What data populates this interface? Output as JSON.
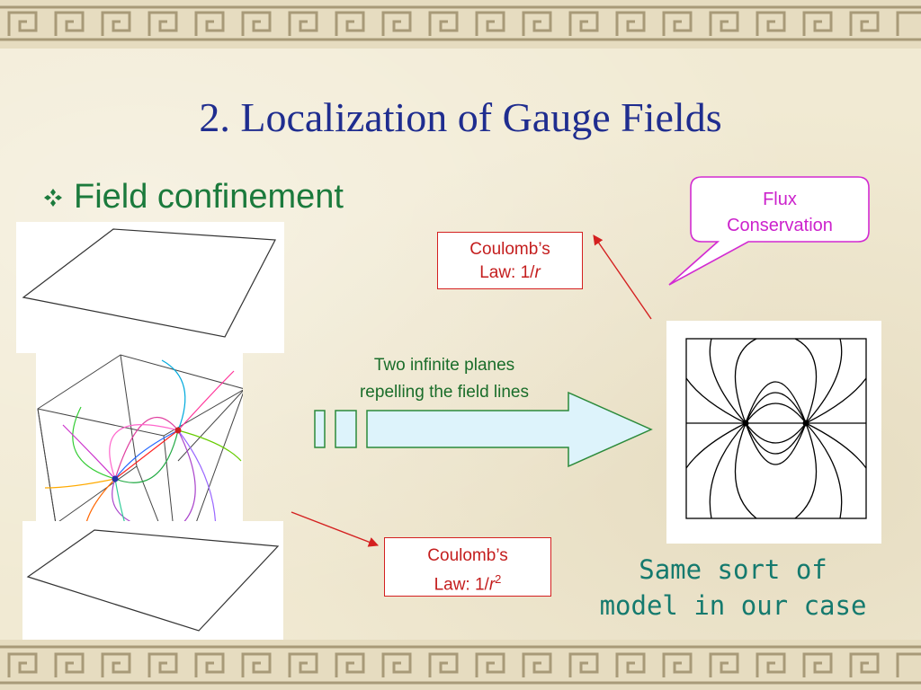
{
  "slide": {
    "title": "2. Localization of Gauge Fields",
    "bullet": "Field confinement",
    "coulomb_top_line1": "Coulomb’s",
    "coulomb_top_line2_prefix": "Law: 1/",
    "coulomb_top_var": "r",
    "coulomb_bottom_line1": "Coulomb’s",
    "coulomb_bottom_line2_prefix": "Law: 1/",
    "coulomb_bottom_var": "r",
    "coulomb_bottom_exp": "2",
    "flux_line1": "Flux",
    "flux_line2": "Conservation",
    "arrow_line1": "Two infinite planes",
    "arrow_line2": "repelling the field lines",
    "model_line1": "Same sort of",
    "model_line2": "model in our case"
  },
  "colors": {
    "title": "#1f2d8f",
    "bullet": "#1b7a3c",
    "red": "#d42020",
    "magenta": "#cc22cc",
    "green_text": "#1a6d2a",
    "teal_text": "#157a6e",
    "arrow_fill": "#ddf3fb",
    "arrow_stroke": "#2b8a3a"
  },
  "icons": [
    "diamond-bullet-icon",
    "arrow-right-icon"
  ]
}
